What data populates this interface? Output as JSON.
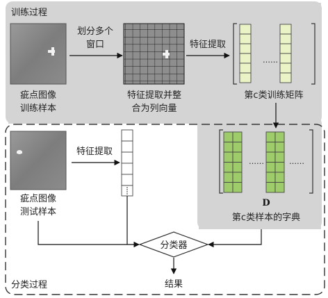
{
  "training_title": "训练过程",
  "classify_title": "分类过程",
  "step_split_line1": "划分多个",
  "step_split_line2": "窗口",
  "step_extract_label": "特征提取",
  "step_extract_label_test": "特征提取",
  "train_image_caption_line1": "疵点图像",
  "train_image_caption_line2": "训练样本",
  "grid_caption_line1": "特征提取并整",
  "grid_caption_line2": "合为列向量",
  "train_matrix_caption": "第c类训练矩阵",
  "train_matrix_dots": "……",
  "test_image_caption_line1": "疵点图像",
  "test_image_caption_line2": "测试样本",
  "dictionary_symbol": "D",
  "dictionary_caption": "第c类样本的字典",
  "dictionary_dots": "……",
  "classifier_label": "分类器",
  "result_label": "结果",
  "colors": {
    "training_panel": "#d4d4d4",
    "cell_fill": "#eaf3c6",
    "dict_cell_fill": "#9fcc6a",
    "border": "#444444"
  }
}
